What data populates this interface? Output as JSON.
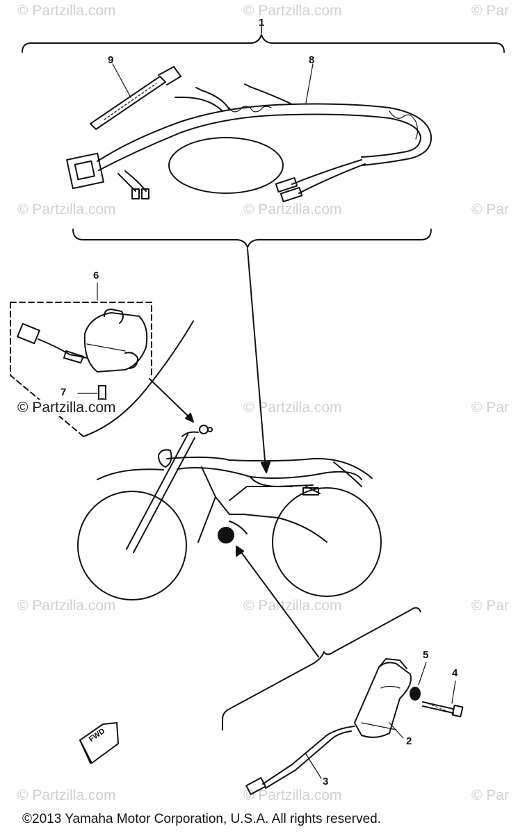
{
  "watermark_text": "© Partzilla.com",
  "watermark_partial": "© Par",
  "part_numbers": {
    "p1": "1",
    "p2": "2",
    "p3": "3",
    "p4": "4",
    "p5": "5",
    "p6": "6",
    "p7": "7",
    "p8": "8",
    "p9": "9"
  },
  "fwd_label": "FWD",
  "footer": "©2013 Yamaha Motor Corporation, U.S.A. All rights reserved."
}
